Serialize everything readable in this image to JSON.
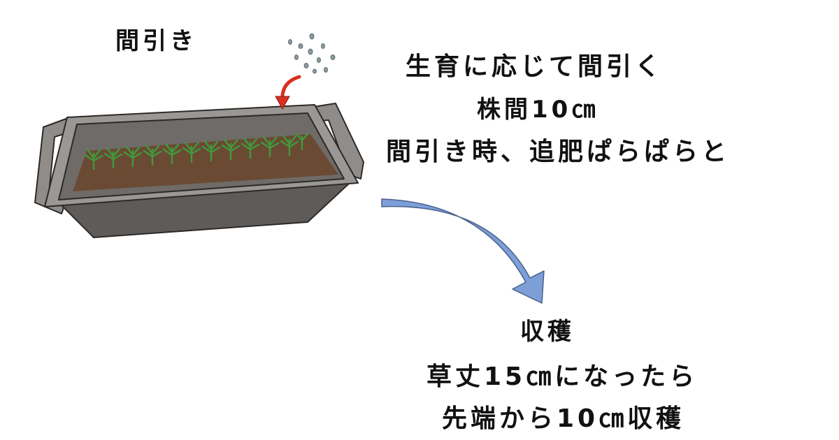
{
  "step1": {
    "title": "間引き"
  },
  "thinning_notes": {
    "line1": "生育に応じて間引く",
    "line2": "株間10㎝",
    "line3": "間引き時、追肥ぱらぱらと"
  },
  "harvest": {
    "title": "収穫",
    "line1": "草丈15㎝になったら",
    "line2": "先端から10㎝収穫"
  },
  "colors": {
    "planter_body": "#6e6b68",
    "planter_rim": "#9a9794",
    "soil": "#6b4a33",
    "seedling": "#3f9a3c",
    "fertilizer_granule": "#8a9aa0",
    "pointer_arrow": "#d9301f",
    "flow_arrow_fill": "#7d9fd8",
    "flow_arrow_stroke": "#4a5f8a"
  }
}
